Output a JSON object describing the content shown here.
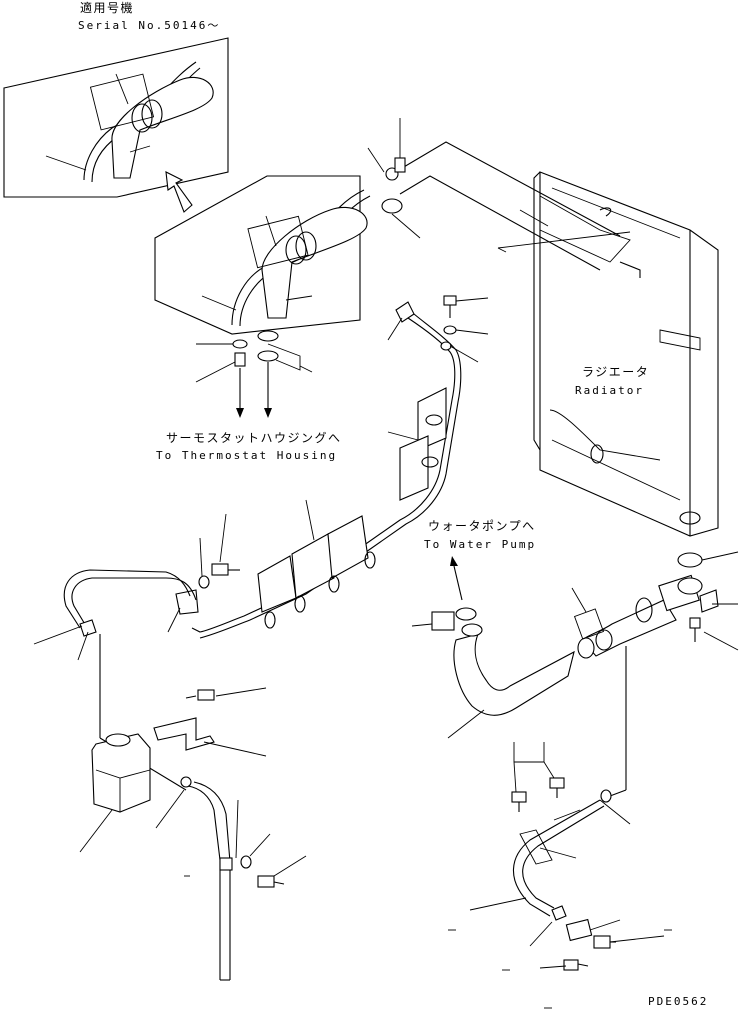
{
  "applicable_model": {
    "title": "適用号機",
    "serial": "Serial No.50146～"
  },
  "labels": {
    "radiator_jp": "ラジエータ",
    "radiator_en": "Radiator",
    "thermostat_jp": "サーモスタットハウジングへ",
    "thermostat_en": "To Thermostat Housing",
    "waterpump_jp": "ウォータポンプへ",
    "waterpump_en": "To Water Pump"
  },
  "drawing_code": "PDE0562",
  "icons": [
    "direction-arrow-icon",
    "hose-clamp-icon",
    "bolt-icon"
  ]
}
